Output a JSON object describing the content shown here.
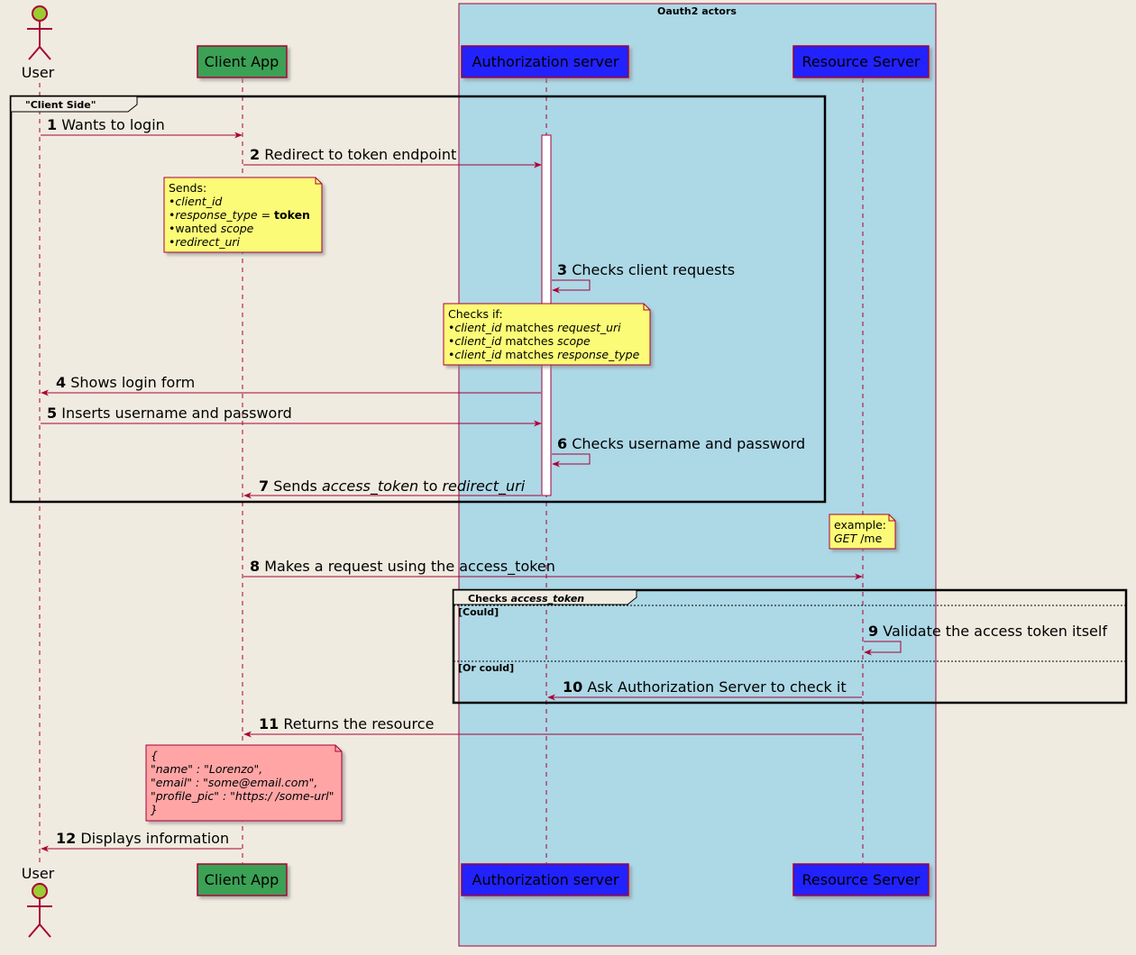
{
  "box_title": "Oauth2 actors",
  "participants": {
    "user": "User",
    "client": "Client App",
    "auth": "Authorization server",
    "resource": "Resource Server"
  },
  "colors": {
    "background": "#f0ebe0",
    "box": "#add8e6",
    "user_head": "#9acd32",
    "client": "#3ba154",
    "servers": "#2222ff",
    "arrow": "#a80036",
    "note": "#fbfb77",
    "note_pink": "#ffa5a5"
  },
  "groups": {
    "client_side": "\"Client Side\"",
    "checks_title": "Checks",
    "checks_title_em": "access_token",
    "alt1": "[Could]",
    "alt2": "[Or could]"
  },
  "messages": [
    {
      "num": "1",
      "text": "Wants to login"
    },
    {
      "num": "2",
      "text": "Redirect to token endpoint"
    },
    {
      "num": "3",
      "text": "Checks client requests"
    },
    {
      "num": "4",
      "text": "Shows login form"
    },
    {
      "num": "5",
      "text": "Inserts username and password"
    },
    {
      "num": "6",
      "text": "Checks username and password"
    },
    {
      "num": "7",
      "text_a": "Sends",
      "text_b": "access_token",
      "text_c": "to",
      "text_d": "redirect_uri"
    },
    {
      "num": "8",
      "text": "Makes a request using the access_token"
    },
    {
      "num": "9",
      "text": "Validate the access token itself"
    },
    {
      "num": "10",
      "text": "Ask Authorization Server to check it"
    },
    {
      "num": "11",
      "text": "Returns the resource"
    },
    {
      "num": "12",
      "text": "Displays information"
    }
  ],
  "notes": {
    "sends": {
      "title": "Sends:",
      "l1": "client_id",
      "l2a": "response_type",
      "l2b": " = ",
      "l2c": "token",
      "l3a": "wanted ",
      "l3b": "scope",
      "l4": "redirect_uri"
    },
    "checks": {
      "title": "Checks if:",
      "l1a": "client_id",
      "l1b": " matches ",
      "l1c": "request_uri",
      "l2a": "client_id",
      "l2b": " matches ",
      "l2c": "scope",
      "l3a": "client_id",
      "l3b": " matches ",
      "l3c": "response_type"
    },
    "example": {
      "title": "example:",
      "l1a": "GET",
      "l1b": " /me"
    },
    "resource": {
      "l0": "{",
      "l1a": "\"name\"",
      "l1b": " : ",
      "l1c": "\"Lorenzo\",",
      "l2a": "\"email\"",
      "l2b": " : ",
      "l2c": "\"some@email.com\",",
      "l3a": "\"profile_pic\"",
      "l3b": " : ",
      "l3c": "\"https:/ /some-url\"",
      "l4": "}"
    }
  }
}
